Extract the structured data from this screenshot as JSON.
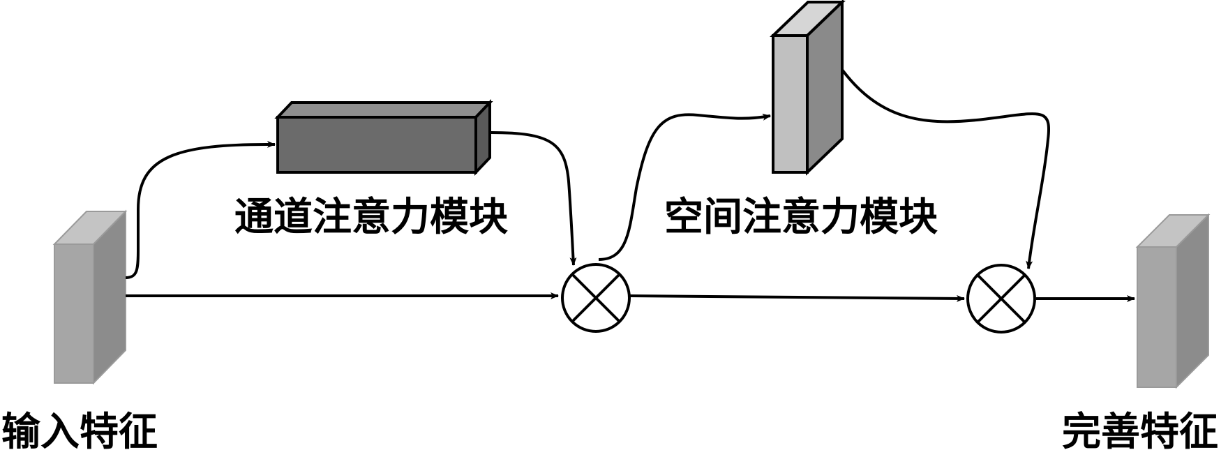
{
  "labels": {
    "input_feature": "输入特征",
    "channel_attention": "通道注意力模块",
    "spatial_attention": "空间注意力模块",
    "refined_feature": "完善特征"
  },
  "nodes": [
    {
      "id": "input-feature",
      "kind": "feature-block",
      "label_key": "input_feature"
    },
    {
      "id": "channel-attention-module",
      "kind": "attention-block",
      "label_key": "channel_attention"
    },
    {
      "id": "multiply-1",
      "kind": "elementwise-multiply"
    },
    {
      "id": "spatial-attention-module",
      "kind": "attention-block",
      "label_key": "spatial_attention"
    },
    {
      "id": "multiply-2",
      "kind": "elementwise-multiply"
    },
    {
      "id": "refined-feature",
      "kind": "feature-block",
      "label_key": "refined_feature"
    }
  ],
  "edges": [
    {
      "from": "input-feature",
      "to": "channel-attention-module"
    },
    {
      "from": "input-feature",
      "to": "multiply-1"
    },
    {
      "from": "channel-attention-module",
      "to": "multiply-1"
    },
    {
      "from": "multiply-1",
      "to": "spatial-attention-module"
    },
    {
      "from": "multiply-1",
      "to": "multiply-2"
    },
    {
      "from": "spatial-attention-module",
      "to": "multiply-2"
    },
    {
      "from": "multiply-2",
      "to": "refined-feature"
    }
  ],
  "colors": {
    "feature_block_front": "#a6a6a6",
    "feature_block_side": "#8c8c8c",
    "feature_block_top": "#c4c4c4",
    "channel_block_front": "#6b6b6b",
    "channel_block_top": "#8f8f8f",
    "channel_block_side": "#5a5a5a",
    "spatial_block_front": "#c0c0c0",
    "spatial_block_top": "#d6d6d6",
    "spatial_block_side": "#8a8a8a",
    "stroke": "#000000"
  }
}
